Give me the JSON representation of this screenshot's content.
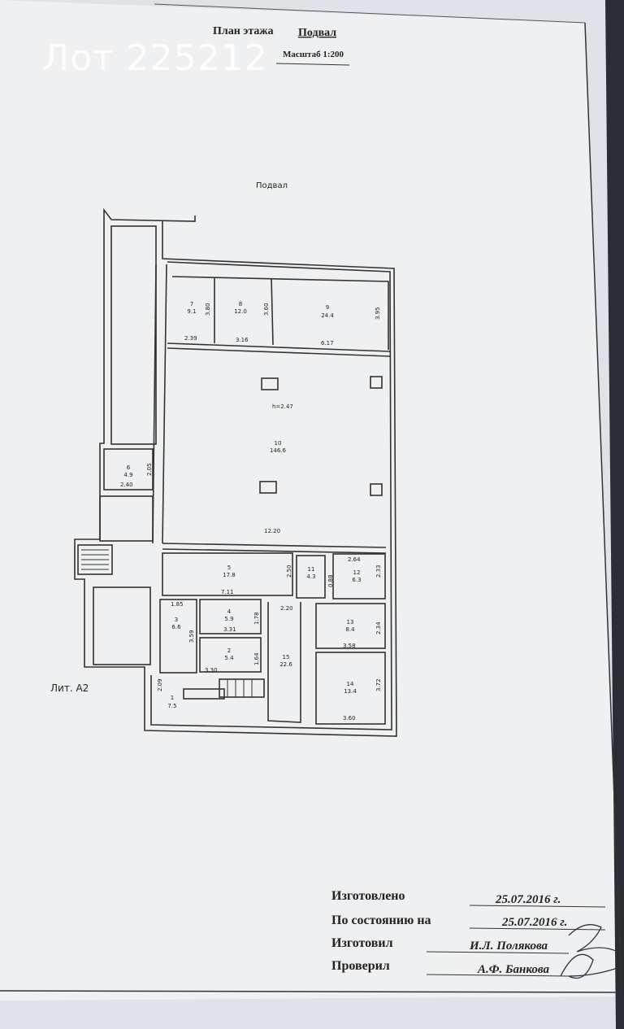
{
  "watermark": "Лот 225212",
  "header": {
    "title": "План этажа",
    "floor": "Подвал",
    "scale": "Масштаб 1:200"
  },
  "plan": {
    "label": "Подвал",
    "building": "Лит. А2",
    "height": "h=2.47",
    "rooms": [
      {
        "n": "7",
        "a": "9.1"
      },
      {
        "n": "8",
        "a": "12.0"
      },
      {
        "n": "9",
        "a": "24.4"
      },
      {
        "n": "10",
        "a": "146.6"
      },
      {
        "n": "6",
        "a": "4.9"
      },
      {
        "n": "5",
        "a": "17.8"
      },
      {
        "n": "11",
        "a": "4.3"
      },
      {
        "n": "12",
        "a": "6.3"
      },
      {
        "n": "4",
        "a": "5.9"
      },
      {
        "n": "3",
        "a": "6.6"
      },
      {
        "n": "2",
        "a": "5.4"
      },
      {
        "n": "15",
        "a": "22.6"
      },
      {
        "n": "13",
        "a": "8.4"
      },
      {
        "n": "14",
        "a": "13.4"
      },
      {
        "n": "1",
        "a": "7.5"
      }
    ],
    "dims": [
      "3.80",
      "3.60",
      "3.95",
      "2.39",
      "3.16",
      "6.17",
      "2.05",
      "2.40",
      "12.20",
      "2.50",
      "2.64",
      "0.88",
      "2.33",
      "7.11",
      "1.85",
      "1.78",
      "3.31",
      "2.20",
      "2.34",
      "3.58",
      "3.59",
      "3.30",
      "1.64",
      "2.09",
      "3.72",
      "3.60"
    ]
  },
  "footer": {
    "made_label": "Изготовлено",
    "made_value": "25.07.2016 г.",
    "state_label": "По состоянию на",
    "state_value": "25.07.2016 г.",
    "maker_label": "Изготовил",
    "maker_value": "И.Л. Полякова",
    "checker_label": "Проверил",
    "checker_value": "А.Ф. Банкова"
  }
}
